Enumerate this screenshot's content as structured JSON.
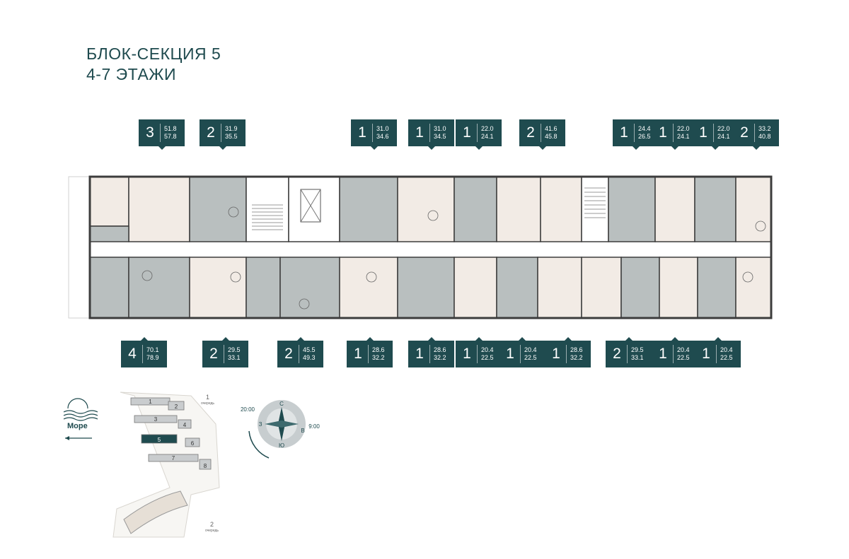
{
  "header": {
    "title_line1": "БЛОК-СЕКЦИЯ 5",
    "title_line2": "4-7 ЭТАЖИ"
  },
  "colors": {
    "accent": "#1f4b4f",
    "apartment_dark": "#b9bfbf",
    "apartment_light": "#f2ebe5",
    "wall": "#3c3c3c"
  },
  "apartments_top": [
    {
      "rooms": "3",
      "area_living": "51.8",
      "area_total": "57.8"
    },
    {
      "rooms": "2",
      "area_living": "31.9",
      "area_total": "35.5"
    },
    {
      "rooms": "1",
      "area_living": "31.0",
      "area_total": "34.6"
    },
    {
      "rooms": "1",
      "area_living": "31.0",
      "area_total": "34.5"
    },
    {
      "rooms": "1",
      "area_living": "22.0",
      "area_total": "24.1"
    },
    {
      "rooms": "2",
      "area_living": "41.6",
      "area_total": "45.8"
    },
    {
      "rooms": "1",
      "area_living": "24.4",
      "area_total": "26.5"
    },
    {
      "rooms": "1",
      "area_living": "22.0",
      "area_total": "24.1"
    },
    {
      "rooms": "1",
      "area_living": "22.0",
      "area_total": "24.1"
    },
    {
      "rooms": "2",
      "area_living": "33.2",
      "area_total": "40.8"
    }
  ],
  "apartments_bottom": [
    {
      "rooms": "4",
      "area_living": "70.1",
      "area_total": "78.9"
    },
    {
      "rooms": "2",
      "area_living": "29.5",
      "area_total": "33.1"
    },
    {
      "rooms": "2",
      "area_living": "45.5",
      "area_total": "49.3"
    },
    {
      "rooms": "1",
      "area_living": "28.6",
      "area_total": "32.2"
    },
    {
      "rooms": "1",
      "area_living": "28.6",
      "area_total": "32.2"
    },
    {
      "rooms": "1",
      "area_living": "20.4",
      "area_total": "22.5"
    },
    {
      "rooms": "1",
      "area_living": "20.4",
      "area_total": "22.5"
    },
    {
      "rooms": "1",
      "area_living": "28.6",
      "area_total": "32.2"
    },
    {
      "rooms": "2",
      "area_living": "29.5",
      "area_total": "33.1"
    },
    {
      "rooms": "1",
      "area_living": "20.4",
      "area_total": "22.5"
    },
    {
      "rooms": "1",
      "area_living": "20.4",
      "area_total": "22.5"
    }
  ],
  "legend": {
    "sea_label": "Море",
    "compass": {
      "north": "С",
      "south": "Ю",
      "west": "З",
      "east": "В",
      "time_west": "20:00",
      "time_east": "9:00"
    },
    "site_blocks": [
      "1",
      "2",
      "3",
      "4",
      "5",
      "6",
      "7",
      "8"
    ],
    "current_block": "5",
    "ochered_1": "1",
    "ochered_2": "2",
    "ochered_word": "очередь"
  }
}
